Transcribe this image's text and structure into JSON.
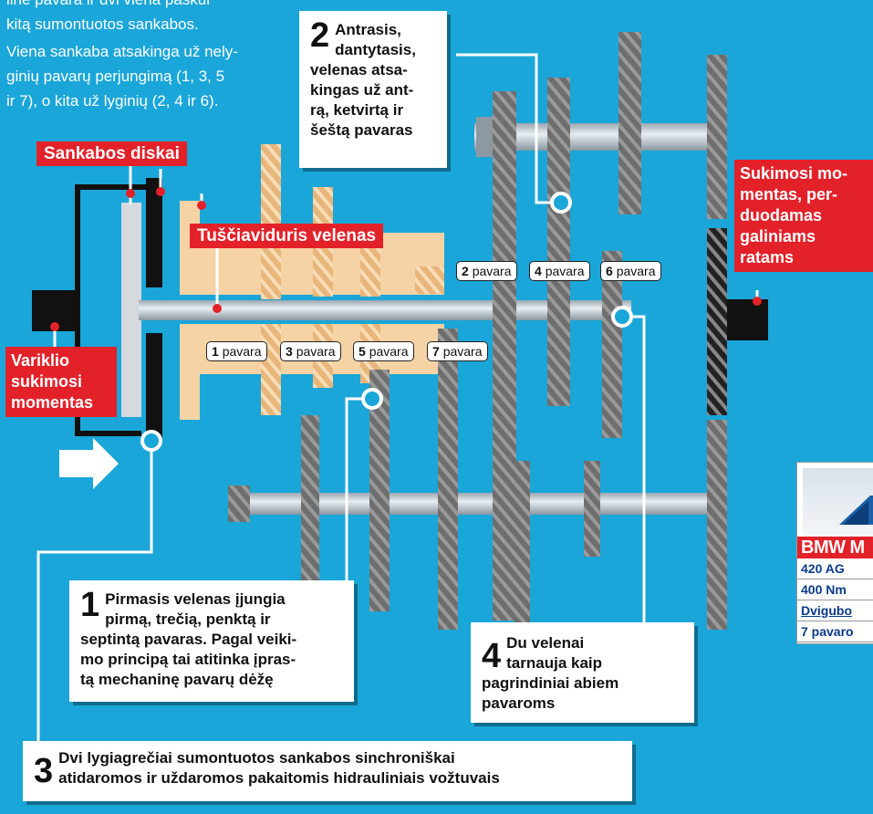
{
  "intro": {
    "line1": "linė pavara ir dvi viena paskui",
    "line2": "kitą sumontuotos sankabos.",
    "line3": "Viena sankaba atsakinga už nely-",
    "line4": "ginių pavarų perjungimą (1, 3, 5",
    "line5": "ir 7), o kita už lyginių (2, 4 ir 6)."
  },
  "labels": {
    "sankabos_diskai": "Sankabos diskai",
    "tusciaviduris": "Tuščiaviduris velenas",
    "variklio": [
      "Variklio",
      "sukimosi",
      "momentas"
    ],
    "sukimosi": [
      "Sukimosi mo-",
      "mentas, per-",
      "duodamas",
      "galiniams",
      "ratams"
    ]
  },
  "gears": {
    "suffix": "pavara",
    "upper": [
      "2",
      "4",
      "6"
    ],
    "lower": [
      "1",
      "3",
      "5",
      "7"
    ]
  },
  "callouts": {
    "c1": {
      "num": "1",
      "lines": [
        "Pirmasis velenas įjungia",
        "pirmą, trečią, penktą ir",
        "septintą pavaras. Pagal veiki-",
        "mo principą tai atitinka įpras-",
        "tą mechaninę pavarų dėžę"
      ]
    },
    "c2": {
      "num": "2",
      "lines": [
        "Antrasis,",
        "dantytasis,",
        "velenas atsa-",
        "kingas už ant-",
        "rą, ketvirtą ir",
        "šeštą pavaras"
      ]
    },
    "c3": {
      "num": "3",
      "lines": [
        "Dvi lygiagrečiai sumontuotos sankabos sinchroniškai",
        "atidaromos ir uždaromos pakaitomis hidrauliniais vožtuvais"
      ]
    },
    "c4": {
      "num": "4",
      "lines": [
        "Du velenai",
        "tarnauja kaip",
        "pagrindiniai abiem",
        "pavaroms"
      ]
    }
  },
  "spec_card": {
    "title": "BMW M",
    "lines": [
      "420 AG",
      "400 Nm",
      "Dvigubo",
      "7 pavaro"
    ]
  },
  "colors": {
    "background": "#1aa6d9",
    "accent": "#e32129",
    "shaft": "#c9d3db",
    "hollow_shaft": "#f6d3a5"
  }
}
